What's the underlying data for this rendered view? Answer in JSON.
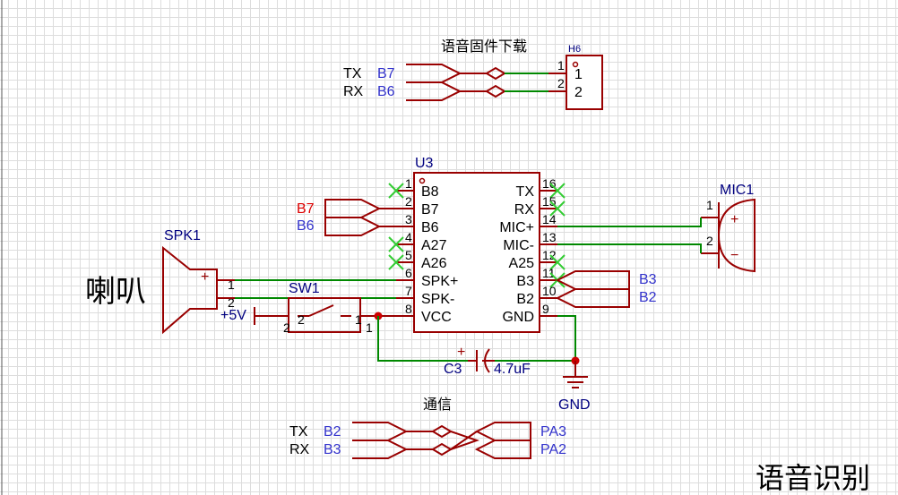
{
  "title": "语音识别",
  "speaker_label": "喇叭",
  "firmware": {
    "title": "语音固件下载",
    "header_ref": "H6",
    "header_pins": [
      "1",
      "2"
    ],
    "header_pin_labels": [
      "1",
      "2"
    ],
    "nets": [
      {
        "signal": "TX",
        "net": "B7"
      },
      {
        "signal": "RX",
        "net": "B6"
      }
    ]
  },
  "comm": {
    "title": "通信",
    "left_nets": [
      {
        "signal": "TX",
        "net": "B2"
      },
      {
        "signal": "RX",
        "net": "B3"
      }
    ],
    "right_nets": [
      "PA3",
      "PA2"
    ]
  },
  "u3": {
    "ref": "U3",
    "left_pins": [
      {
        "num": "1",
        "name": "B8"
      },
      {
        "num": "2",
        "name": "B7"
      },
      {
        "num": "3",
        "name": "B6"
      },
      {
        "num": "4",
        "name": "A27"
      },
      {
        "num": "5",
        "name": "A26"
      },
      {
        "num": "6",
        "name": "SPK+"
      },
      {
        "num": "7",
        "name": "SPK-"
      },
      {
        "num": "8",
        "name": "VCC"
      }
    ],
    "right_pins": [
      {
        "num": "16",
        "name": "TX"
      },
      {
        "num": "15",
        "name": "RX"
      },
      {
        "num": "14",
        "name": "MIC+"
      },
      {
        "num": "13",
        "name": "MIC-"
      },
      {
        "num": "12",
        "name": "A25"
      },
      {
        "num": "11",
        "name": "B3"
      },
      {
        "num": "10",
        "name": "B2"
      },
      {
        "num": "9",
        "name": "GND"
      }
    ],
    "left_net_labels": [
      "B7",
      "B6"
    ],
    "right_net_labels": [
      "B3",
      "B2"
    ]
  },
  "spk1": {
    "ref": "SPK1",
    "plus": "+",
    "pins": [
      "1",
      "2"
    ]
  },
  "sw1": {
    "ref": "SW1",
    "pins": [
      "2",
      "1"
    ],
    "outer_pins": [
      "2",
      "1"
    ]
  },
  "power": {
    "label": "+5V"
  },
  "mic1": {
    "ref": "MIC1",
    "pins": [
      "1",
      "2"
    ],
    "plus": "+",
    "minus": "−"
  },
  "c3": {
    "ref": "C3",
    "value": "4.7uF",
    "plus": "+"
  },
  "gnd": {
    "label": "GND"
  },
  "colors": {
    "symbol": "#990000",
    "wire": "#008800",
    "net_blue": "#3333cc",
    "net_red": "#dd0000",
    "noconnect": "#33cc33",
    "ref_text": "#000080"
  }
}
